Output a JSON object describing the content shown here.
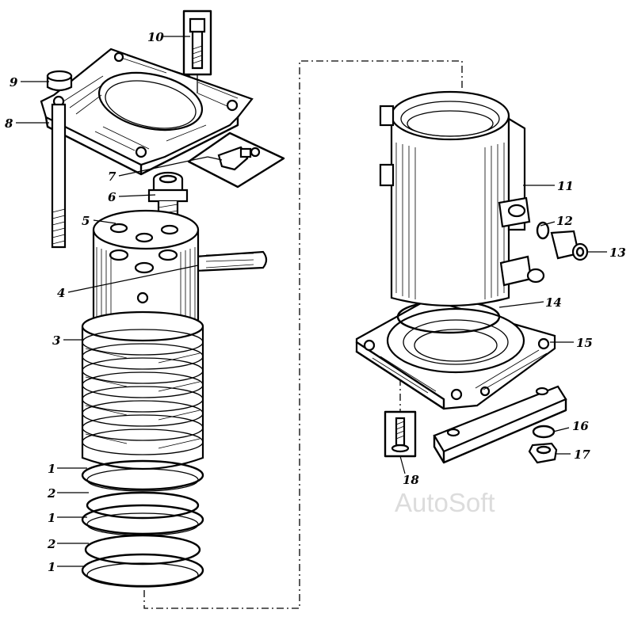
{
  "watermark": "AutoSoft",
  "callouts": [
    {
      "id": "c1a",
      "text": "1"
    },
    {
      "id": "c2a",
      "text": "2"
    },
    {
      "id": "c1b",
      "text": "1"
    },
    {
      "id": "c2b",
      "text": "2"
    },
    {
      "id": "c1c",
      "text": "1"
    },
    {
      "id": "c3",
      "text": "3"
    },
    {
      "id": "c4",
      "text": "4"
    },
    {
      "id": "c5",
      "text": "5"
    },
    {
      "id": "c6",
      "text": "6"
    },
    {
      "id": "c7",
      "text": "7"
    },
    {
      "id": "c8",
      "text": "8"
    },
    {
      "id": "c9",
      "text": "9"
    },
    {
      "id": "c10",
      "text": "10"
    },
    {
      "id": "c11",
      "text": "11"
    },
    {
      "id": "c12",
      "text": "12"
    },
    {
      "id": "c13",
      "text": "13"
    },
    {
      "id": "c14",
      "text": "14"
    },
    {
      "id": "c15",
      "text": "15"
    },
    {
      "id": "c16",
      "text": "16"
    },
    {
      "id": "c17",
      "text": "17"
    },
    {
      "id": "c18",
      "text": "18"
    }
  ]
}
